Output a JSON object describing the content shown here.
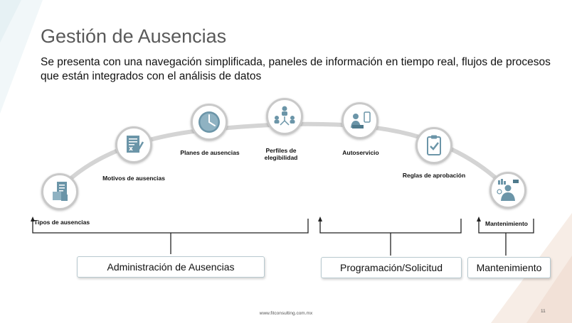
{
  "slide": {
    "title": "Gestión de Ausencias",
    "subtitle": "Se presenta con una navegación simplificada, paneles de información en tiempo real, flujos de procesos que están integrados con el análisis de datos",
    "footer": "www.fitconsulting.com.mx",
    "page_number": "11"
  },
  "nodes": [
    {
      "label": "Tipos de ausencias",
      "icon": "documents-icon"
    },
    {
      "label": "Motivos de ausencias",
      "icon": "form-check-icon"
    },
    {
      "label": "Planes de ausencias",
      "icon": "clock-icon"
    },
    {
      "label": "Perfiles de elegibilidad",
      "icon": "people-network-icon"
    },
    {
      "label": "Autoservicio",
      "icon": "person-laptop-phone-icon"
    },
    {
      "label": "Reglas de aprobación",
      "icon": "clipboard-check-icon"
    },
    {
      "label": "Mantenimiento",
      "icon": "person-dashboard-icon"
    }
  ],
  "groups": [
    {
      "label": "Administración de Ausencias"
    },
    {
      "label": "Programación/Solicitud"
    },
    {
      "label": "Mantenimiento"
    }
  ],
  "colors": {
    "icon": "#6b95a8",
    "arc": "#d9d9d9",
    "title": "#595959"
  }
}
